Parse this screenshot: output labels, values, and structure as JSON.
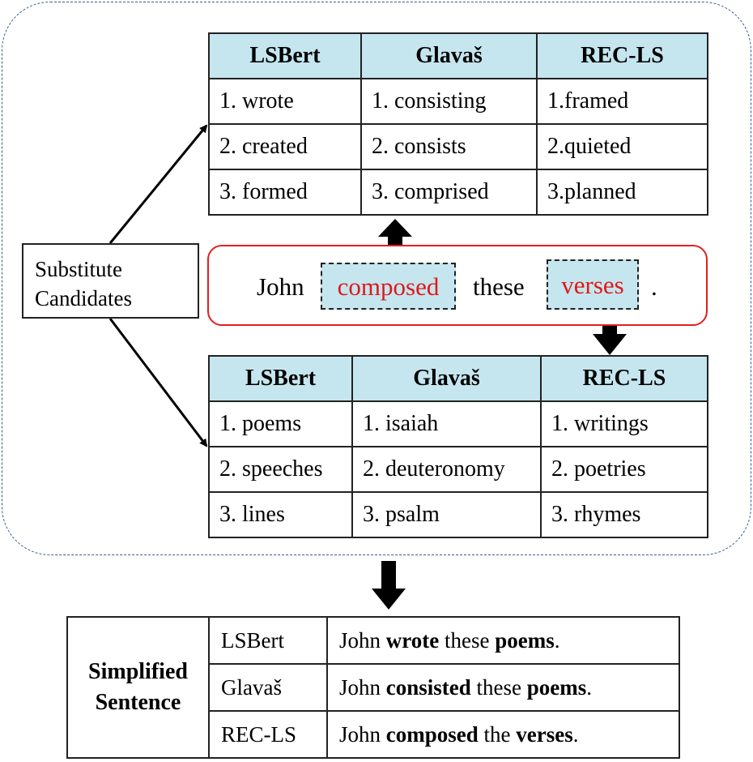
{
  "substitute_label": [
    "Substitute",
    "Candidates"
  ],
  "sentence": {
    "w1": "John",
    "target1": "composed",
    "w2": "these",
    "target2": "verses",
    "period": "."
  },
  "table_top": {
    "headers": [
      "LSBert",
      "Glavaš",
      "REC-LS"
    ],
    "rows": [
      [
        "1. wrote",
        "1. consisting",
        "1.framed"
      ],
      [
        "2. created",
        "2. consists",
        "2.quieted"
      ],
      [
        "3. formed",
        "3. comprised",
        "3.planned"
      ]
    ]
  },
  "table_bottom": {
    "headers": [
      "LSBert",
      "Glavaš",
      "REC-LS"
    ],
    "rows": [
      [
        "1. poems",
        "1. isaiah",
        "1. writings"
      ],
      [
        "2. speeches",
        "2. deuteronomy",
        "2. poetries"
      ],
      [
        "3. lines",
        "3. psalm",
        "3. rhymes"
      ]
    ]
  },
  "simplified": {
    "label_line1": "Simplified",
    "label_line2": "Sentence",
    "rows": [
      {
        "method": "LSBert",
        "parts": [
          "John ",
          "wrote",
          " these ",
          "poems",
          "."
        ]
      },
      {
        "method": "Glavaš",
        "parts": [
          "John ",
          "consisted",
          " these ",
          "poems",
          "."
        ]
      },
      {
        "method": "REC-LS",
        "parts": [
          "John ",
          "composed",
          " the ",
          "verses",
          "."
        ]
      }
    ]
  },
  "colors": {
    "header_fill": "#c5e6ef",
    "highlight_text": "#e01818",
    "sentence_border": "#e02020",
    "dashed_region": "#3b5a8a"
  }
}
